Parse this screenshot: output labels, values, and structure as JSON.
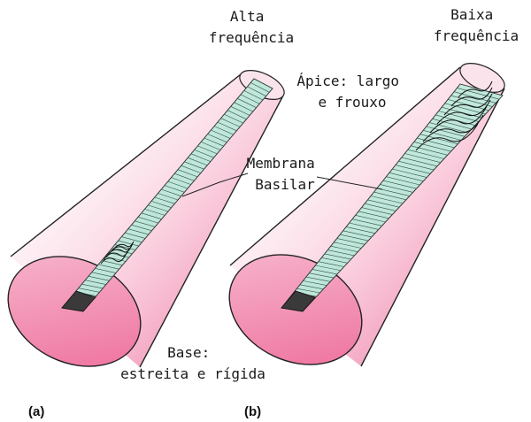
{
  "labels": {
    "high_freq_line1": "Alta",
    "high_freq_line2": "frequência",
    "low_freq_line1": "Baixa",
    "low_freq_line2": "frequência",
    "apex_line1": "Ápice: largo",
    "apex_line2": "e frouxo",
    "membrane_line1": "Membrana",
    "membrane_line2": "Basilar",
    "base_line1": "Base:",
    "base_line2": "estreita e rígida",
    "panel_a": "(a)",
    "panel_b": "(b)"
  },
  "colors": {
    "cone_fill": "#f07aa6",
    "base_fill": "#f49bbd",
    "membrane_fill": "#c8ece0",
    "outline": "#222222"
  }
}
